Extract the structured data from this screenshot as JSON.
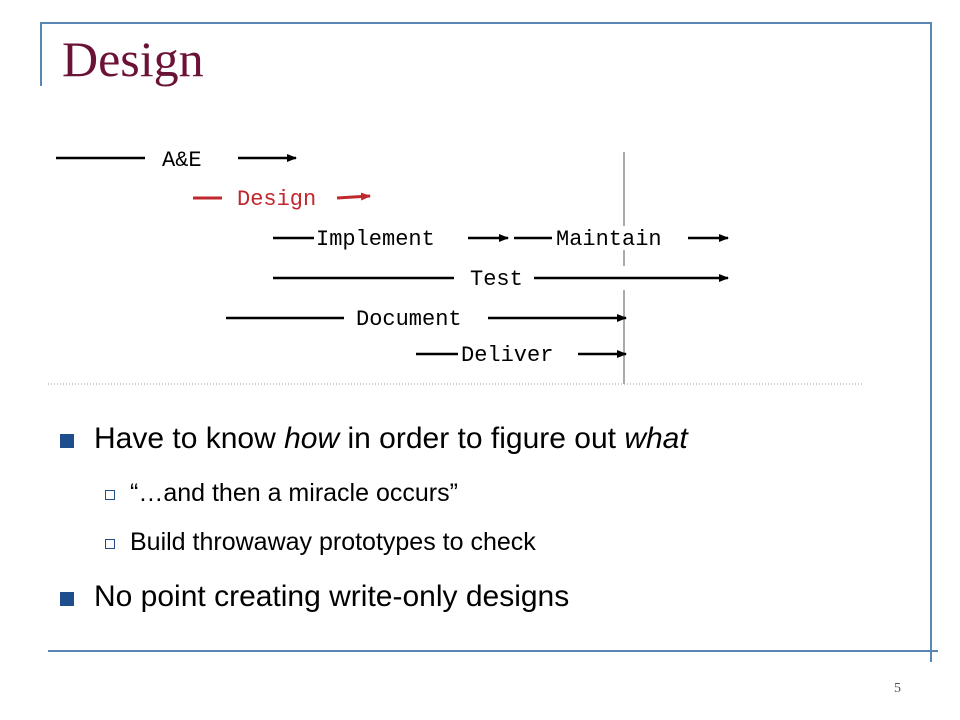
{
  "slide": {
    "title": "Design",
    "page_number": "5"
  },
  "diagram": {
    "phases": {
      "ae": "A&E",
      "design": "Design",
      "implement": "Implement",
      "maintain": "Maintain",
      "test": "Test",
      "document": "Document",
      "deliver": "Deliver"
    },
    "colors": {
      "highlight": "#c0282d",
      "normal": "#000000",
      "title": "#6b1237",
      "accent": "#1f4e8c",
      "frame": "#5a86b4"
    }
  },
  "bullets": [
    {
      "prefix": "Have to know ",
      "emph1": "how",
      "middle": " in order to figure out ",
      "emph2": "what",
      "sub": [
        "“…and then a miracle occurs”",
        "Build throwaway prototypes to check"
      ]
    },
    {
      "text": "No point creating write-only designs"
    }
  ]
}
